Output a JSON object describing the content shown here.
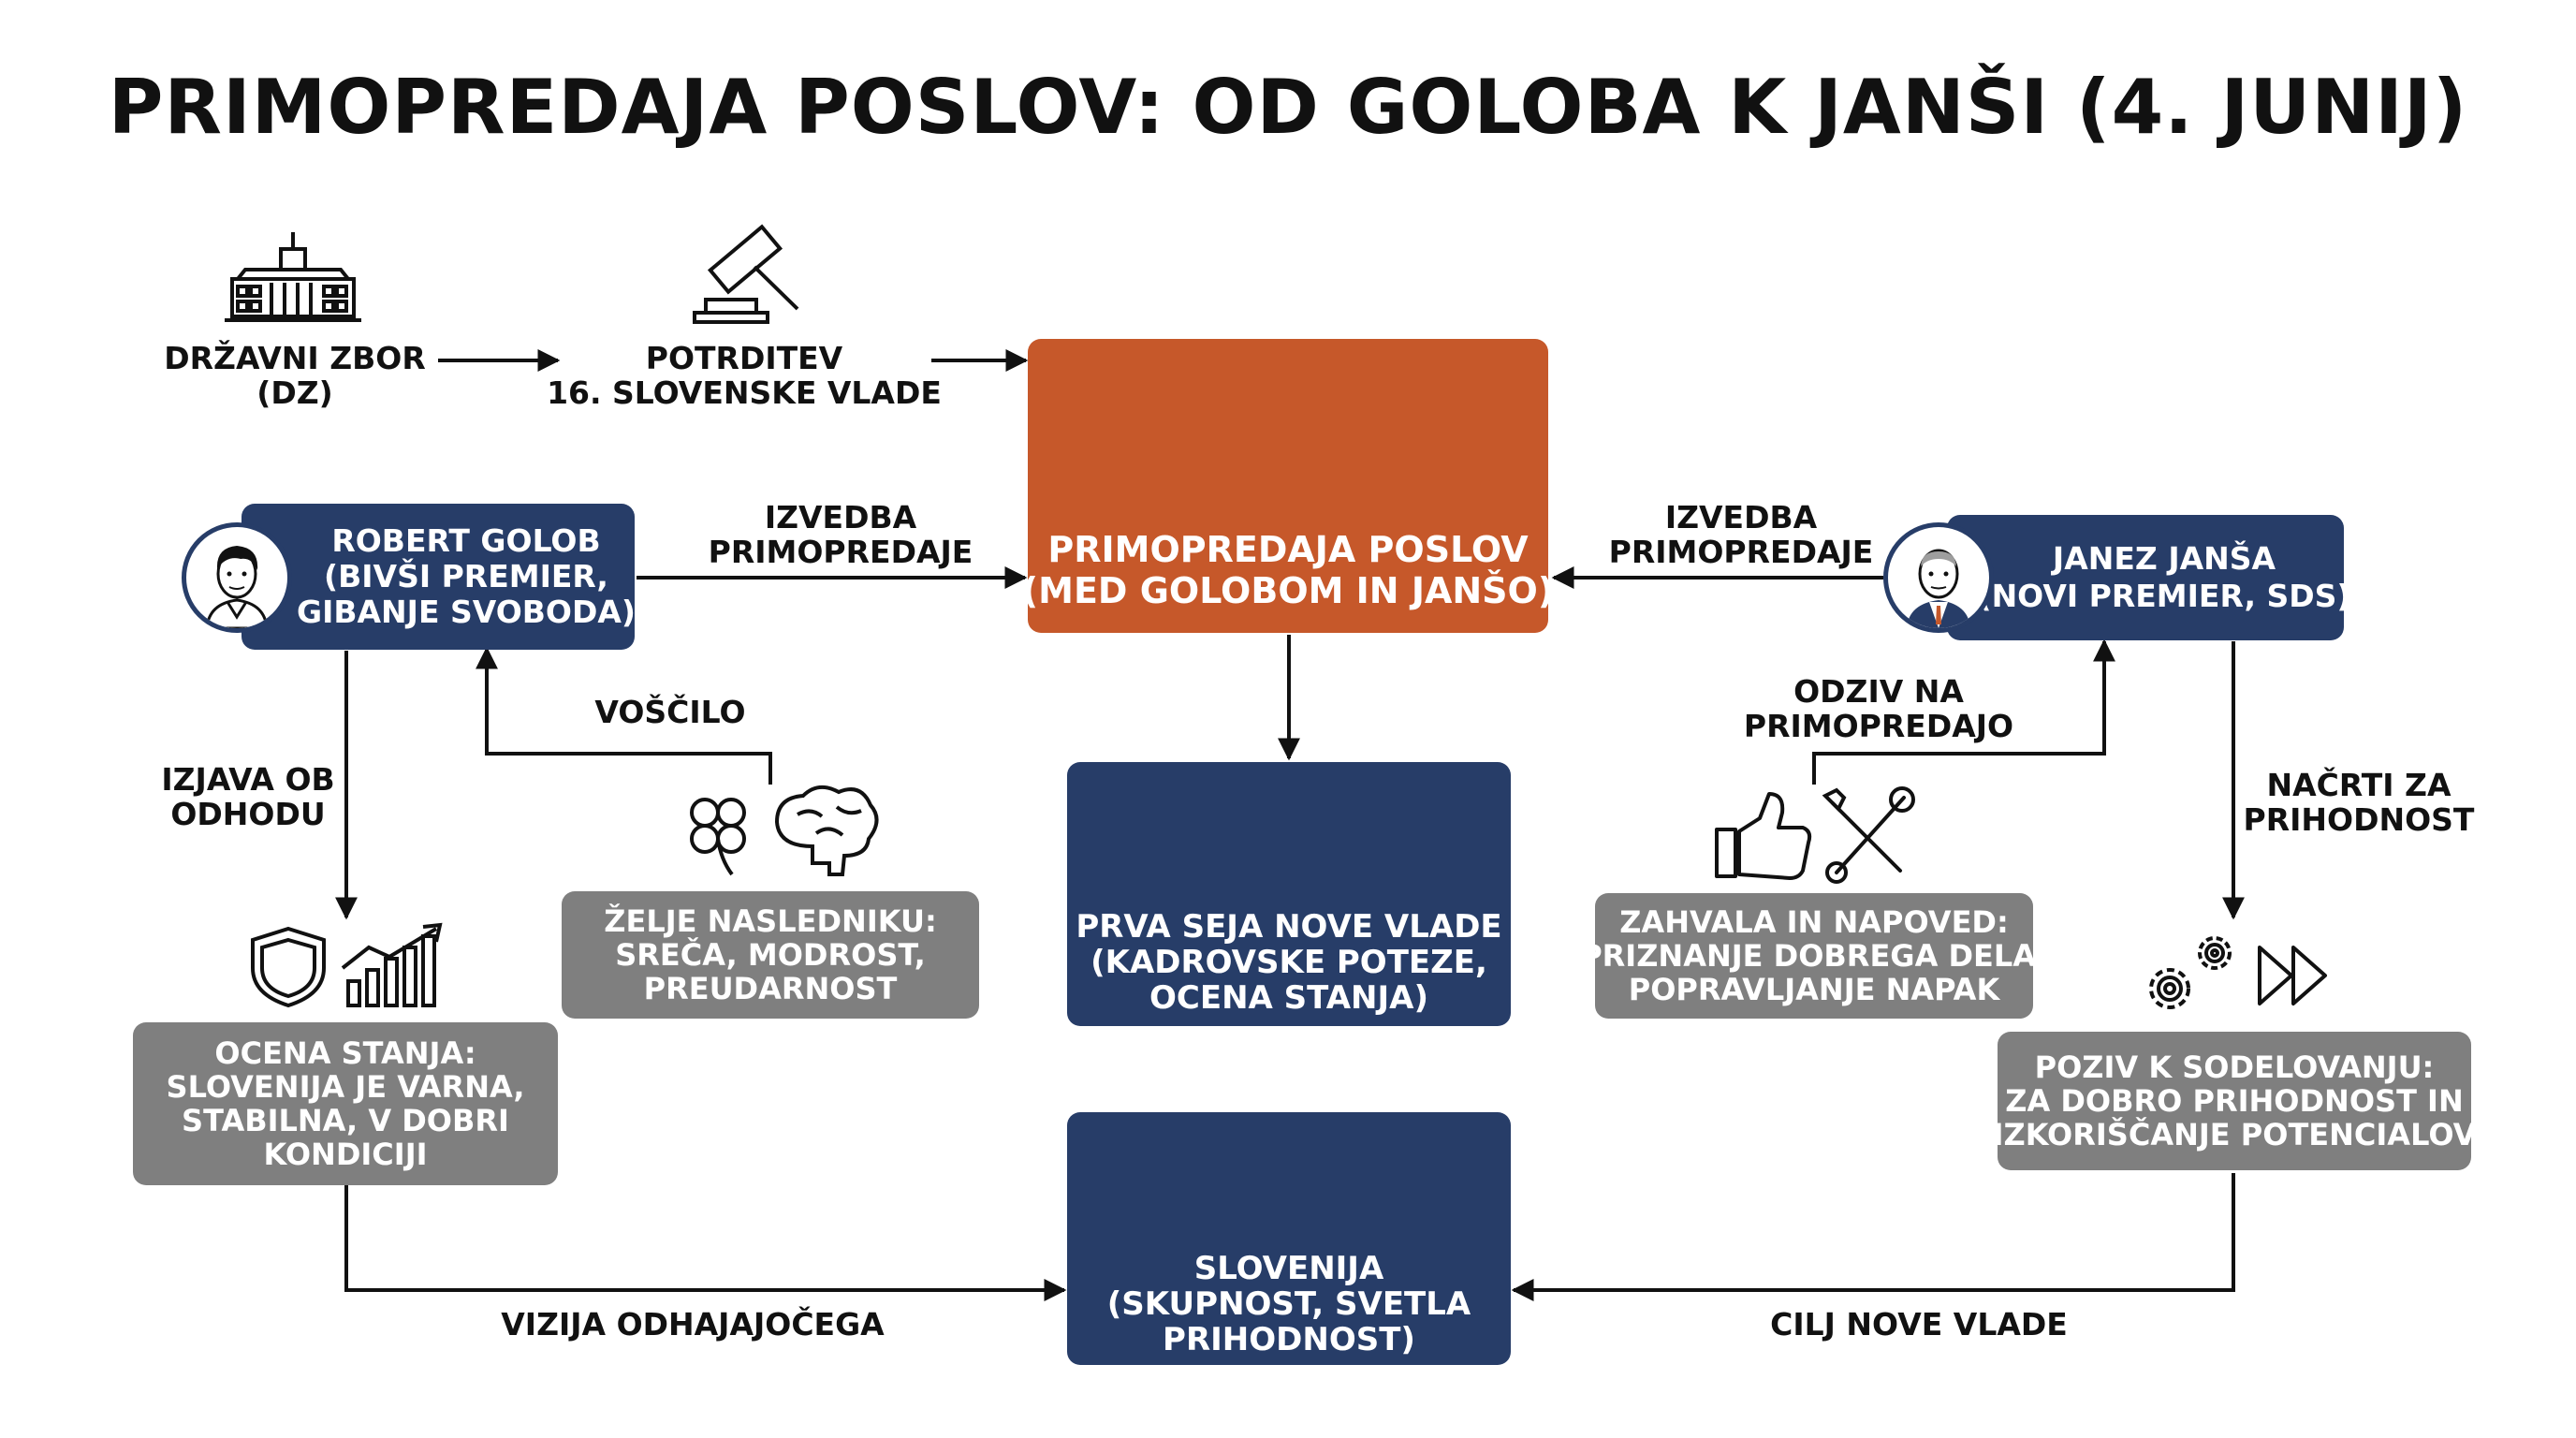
{
  "title": "PRIMOPREDAJA POSLOV: OD GOLOBA K JANŠI (4. JUNIJ)",
  "colors": {
    "navy": "#273d68",
    "grey": "#7f7f7f",
    "orange": "#c6582a",
    "text": "#111111"
  },
  "top_row": {
    "dz": {
      "icon": "parliament-icon",
      "lines": [
        "DRŽAVNI ZBOR",
        "(DZ)"
      ]
    },
    "confirmation": {
      "icon": "gavel-icon",
      "lines": [
        "POTRDITEV",
        "16. SLOVENSKE VLADE"
      ]
    }
  },
  "center": {
    "handover": {
      "icon": "handshake-icon",
      "lines": [
        "PRIMOPREDAJA POSLOV",
        "(MED GOLOBOM IN JANŠO)"
      ]
    },
    "first_session": {
      "icon": "meeting-table-icon",
      "lines": [
        "PRVA SEJA NOVE VLADE",
        "(KADROVSKE POTEZE,",
        "OCENA STANJA)"
      ]
    },
    "slovenia": {
      "icon": "slovenian-flag-icon",
      "lines": [
        "SLOVENIJA",
        "(SKUPNOST, SVETLA",
        "PRIHODNOST)"
      ]
    }
  },
  "left": {
    "golob": {
      "icon": "portrait-icon",
      "lines": [
        "ROBERT GOLOB",
        "(BIVŠI PREMIER,",
        "GIBANJE SVOBODA)"
      ]
    },
    "assessment": {
      "icons": [
        "shield-icon",
        "growth-chart-icon"
      ],
      "lines": [
        "OCENA STANJA:",
        "SLOVENIJA JE VARNA,",
        "STABILNA, V DOBRI",
        "KONDICIJI"
      ]
    },
    "wishes": {
      "icons": [
        "clover-icon",
        "brain-icon"
      ],
      "lines": [
        "ŽELJE NASLEDNIKU:",
        "SREČA, MODROST,",
        "PREUDARNOST"
      ]
    }
  },
  "right": {
    "jansa": {
      "icon": "portrait-icon",
      "lines": [
        "JANEZ JANŠA",
        "(NOVI PREMIER, SDS)"
      ]
    },
    "thanks": {
      "icons": [
        "thumbs-up-icon",
        "tools-icon"
      ],
      "lines": [
        "ZAHVALA IN NAPOVED:",
        "PRIZNANJE DOBREGA DELA,",
        "POPRAVLJANJE NAPAK"
      ]
    },
    "call": {
      "icons": [
        "gears-icon",
        "fast-forward-icon"
      ],
      "lines": [
        "POZIV K SODELOVANJU:",
        "ZA DOBRO PRIHODNOST IN",
        "IZKORIŠČANJE POTENCIALOV"
      ]
    }
  },
  "edge_labels": {
    "handover_left": [
      "IZVEDBA",
      "PRIMOPREDAJE"
    ],
    "handover_right": [
      "IZVEDBA",
      "PRIMOPREDAJE"
    ],
    "congratulation": [
      "VOŠČILO"
    ],
    "departure_statement": [
      "IZJAVA OB",
      "ODHODU"
    ],
    "response": [
      "ODZIV NA",
      "PRIMOPREDAJO"
    ],
    "future_plans": [
      "NAČRTI ZA",
      "PRIHODNOST"
    ],
    "outgoing_vision": [
      "VIZIJA ODHAJAJOČEGA"
    ],
    "new_goal": [
      "CILJ NOVE VLADE"
    ]
  }
}
